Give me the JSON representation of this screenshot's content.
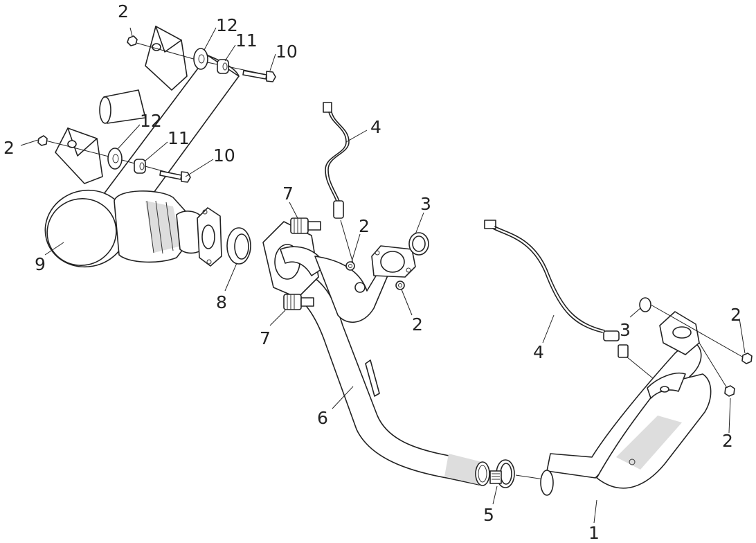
{
  "callouts": [
    {
      "id": "c2a",
      "text": "2"
    },
    {
      "id": "c12a",
      "text": "12"
    },
    {
      "id": "c11a",
      "text": "11"
    },
    {
      "id": "c10a",
      "text": "10"
    },
    {
      "id": "c2b",
      "text": "2"
    },
    {
      "id": "c12b",
      "text": "12"
    },
    {
      "id": "c11b",
      "text": "11"
    },
    {
      "id": "c10b",
      "text": "10"
    },
    {
      "id": "c4a",
      "text": "4"
    },
    {
      "id": "c7a",
      "text": "7"
    },
    {
      "id": "c3a",
      "text": "3"
    },
    {
      "id": "c2c",
      "text": "2"
    },
    {
      "id": "c9",
      "text": "9"
    },
    {
      "id": "c8",
      "text": "8"
    },
    {
      "id": "c2d",
      "text": "2"
    },
    {
      "id": "c7b",
      "text": "7"
    },
    {
      "id": "c4b",
      "text": "4"
    },
    {
      "id": "c3b",
      "text": "3"
    },
    {
      "id": "c2e",
      "text": "2"
    },
    {
      "id": "c6",
      "text": "6"
    },
    {
      "id": "c2f",
      "text": "2"
    },
    {
      "id": "c5",
      "text": "5"
    },
    {
      "id": "c1",
      "text": "1"
    }
  ]
}
